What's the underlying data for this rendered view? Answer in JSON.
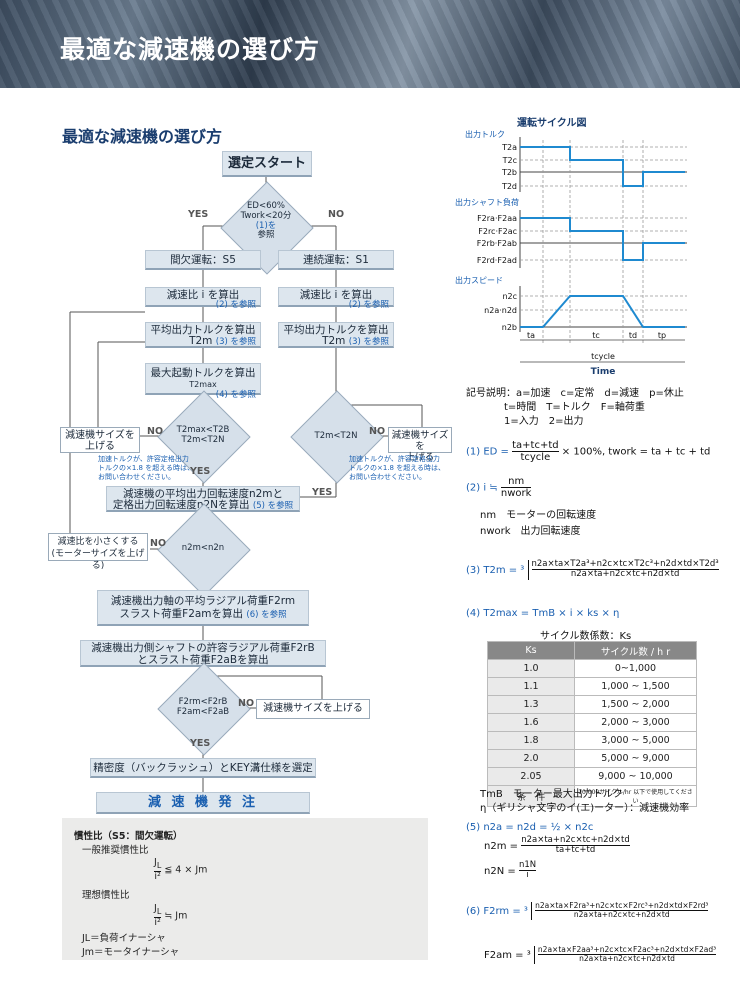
{
  "banner": {
    "title": "最適な減速機の選び方"
  },
  "section_title": "最適な減速機の選び方",
  "flow": {
    "start": "選定スタート",
    "d1": [
      "ED<60%",
      "Twork<20分",
      "(1)を",
      "参照"
    ],
    "yes": "YES",
    "no": "NO",
    "s5": "間欠運転：S5",
    "s1": "連続運転：S1",
    "ratio_l": "減速比 i を算出",
    "ratio_l_ref": "(2) を参照",
    "ratio_r": "減速比 i を算出",
    "ratio_r_ref": "(2) を参照",
    "torque_l": "平均出力トルクを算出",
    "torque_l_sub": "T2m",
    "torque_l_ref": "(3) を参照",
    "torque_r": "平均出力トルクを算出",
    "torque_r_sub": "T2m",
    "torque_r_ref": "(3) を参照",
    "max": "最大起動トルクを算出",
    "max_sub": "T2max",
    "max_ref": "(4) を参照",
    "d2": [
      "T2max<T2B",
      "T2m<T2N"
    ],
    "d3": "T2m<T2N",
    "size_l": [
      "減速機サイズを",
      "上げる"
    ],
    "size_r": [
      "減速機サイズを",
      "上げる"
    ],
    "note_l": [
      "加速トルクが、許容定格出力",
      "トルクの×1.8 を超える時は、",
      "お問い合わせください。"
    ],
    "note_r": [
      "加速トルクが、許容定格出力",
      "トルクの×1.8 を超える時は、",
      "お問い合わせください。"
    ],
    "speed": [
      "減速機の平均出力回転速度n2mと",
      "定格出力回転速度n2Nを算出"
    ],
    "speed_ref": "(5) を参照",
    "d4": "n2m<n2n",
    "reduce": [
      "減速比を小さくする",
      "(モーターサイズを上げる)"
    ],
    "radial": [
      "減速機出力軸の平均ラジアル荷重F2rm",
      "スラスト荷重F2amを算出"
    ],
    "radial_ref": "(6) を参照",
    "allow": [
      "減速機出力側シャフトの許容ラジアル荷重F2rB",
      "とスラスト荷重F2aBを算出"
    ],
    "d5": [
      "F2rm<F2rB",
      "F2am<F2aB"
    ],
    "size_up": "減速機サイズを上げる",
    "precision": "精密度（バックラッシュ）とKEY溝仕様を選定",
    "order": "減 速 機 発 注"
  },
  "inertia": {
    "title": "慣性比（S5：間欠運転）",
    "general": "一般推奨慣性比",
    "general_rhs": "≦ 4 × Jm",
    "ideal": "理想慣性比",
    "ideal_rhs": "≒ Jm",
    "jl": "JL＝負荷イナーシャ",
    "jm": "Jm＝モータイナーシャ"
  },
  "cycle": {
    "title": "運転サイクル図",
    "torque_label": "出力トルク",
    "shaft_label": "出力シャフト負荷",
    "speed_label": "出力スピード",
    "t_labels": [
      "T2a",
      "T2c",
      "T2b",
      "T2d"
    ],
    "f_labels": [
      "F2ra·F2aa",
      "F2rc·F2ac",
      "F2rb·F2ab",
      "F2rd·F2ad"
    ],
    "n_labels": [
      "n2c",
      "n2a·n2d",
      "n2b"
    ],
    "time_labels": [
      "ta",
      "tc",
      "td",
      "tp"
    ],
    "tcycle": "tcycle",
    "time": "Time"
  },
  "legend": {
    "line1": "記号説明：a=加速　c=定常　d=減速　p=休止",
    "line2": "t=時間　T=トルク　F=軸荷重",
    "line3": "1=入力　2=出力"
  },
  "formulas": {
    "f1": "(1) ED =",
    "f1_tail": "× 100%, twork = ta + tc + td",
    "f2": "(2) i ≒",
    "n_m": "nm　モーターの回転速度",
    "n_work": "nwork　出力回転速度",
    "f3": "(3) T2m = ³",
    "f4": "(4) T2max = TmB × i × ks × η",
    "table_title": "サイクル数係数：Ks",
    "tmb": "TmB　モーター最大出力トルク",
    "eta": "η（ギリシャ文字のイ(エ)ーター）：減速機効率",
    "f5a": "(5) n2a = n2d = ½ × n2c",
    "f6": "(6) F2rm = ³",
    "f6b": "F2am = ³"
  },
  "ks_table": {
    "headers": [
      "Ks",
      "サイクル数 / h r"
    ],
    "rows": [
      [
        "1.0",
        "0~1,000"
      ],
      [
        "1.1",
        "1,000 ~ 1,500"
      ],
      [
        "1.3",
        "1,500 ~ 2,000"
      ],
      [
        "1.6",
        "2,000 ~ 3,000"
      ],
      [
        "1.8",
        "3,000 ~ 5,000"
      ],
      [
        "2.0",
        "5,000 ~ 9,000"
      ],
      [
        "2.05",
        "9,000 ~ 10,000"
      ]
    ],
    "footer": [
      "条　件",
      "10,000サイクル/hr 以下で使用してください"
    ]
  }
}
